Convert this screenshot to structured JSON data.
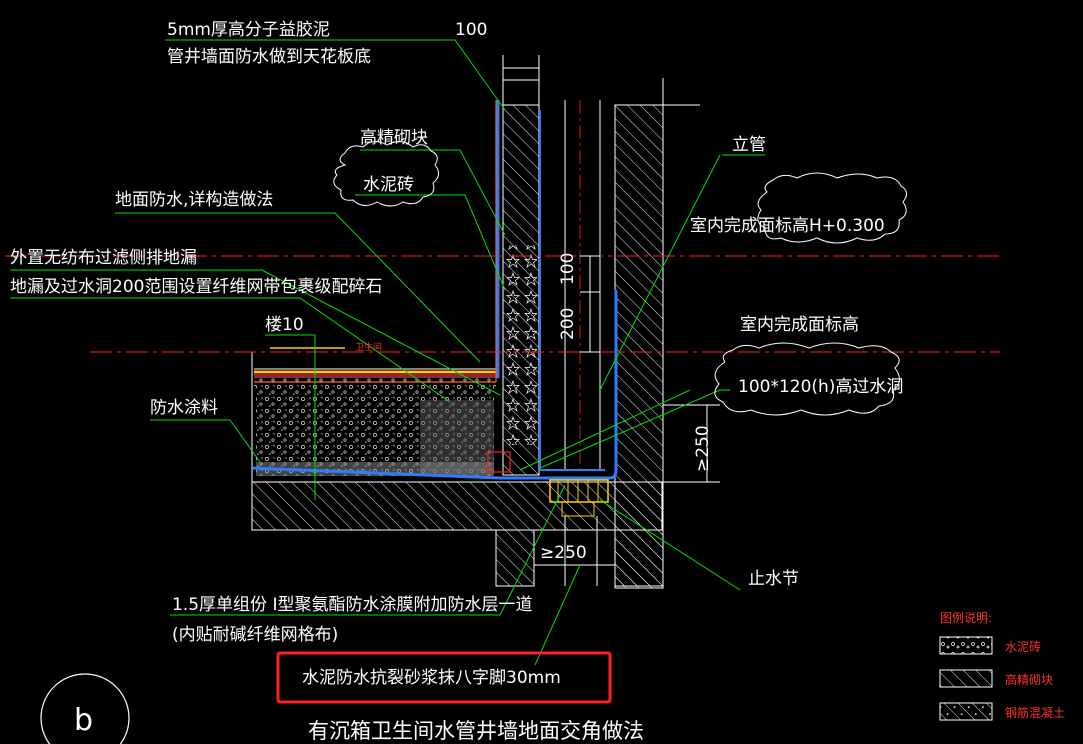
{
  "labels": {
    "putty": "5mm厚高分子益胶泥",
    "shaft_wall": "管井墙面防水做到天花板底",
    "dim_100_top": "100",
    "high_block": "高精砌块",
    "cement_brick": "水泥砖",
    "riser": "立管",
    "floor_wp": "地面防水,详构造做法",
    "finish_level_h": "室内完成面标高H+0.300",
    "drain_side": "外置无纺布过滤侧排地漏",
    "drain_hole": "地漏及过水洞200范围设置纤维网带包裹级配碎石",
    "dim_100_mid": "100",
    "dim_200": "200",
    "finish_level": "室内完成面标高",
    "floor10": "楼10",
    "bathroom": "卫生间",
    "hole": "100*120(h)高过水洞",
    "wp_coating": "防水涂料",
    "dim_250_right": "≥250",
    "dim_250_bottom": "≥250",
    "water_stop": "止水节",
    "membrane": "1.5厚单组份 I型聚氨酯防水涂膜附加防水层一道",
    "mesh": "(内贴耐碱纤维网格布)",
    "mortar": "水泥防水抗裂砂浆抹八字脚30mm",
    "circle": "b",
    "title": "有沉箱卫生间水管井墙地面交角做法"
  },
  "legend": {
    "heading": "图例说明:",
    "items": [
      "水泥砖",
      "高精砌块",
      "钢筋混凝土"
    ]
  },
  "colors": {
    "background": "#000000",
    "leader": "#00e000",
    "level_line": "#ff2020",
    "waterproof": "#2f7dff",
    "hatch": "#ffffff",
    "highlight_box": "#ff2020",
    "legend_text": "#ff3030"
  }
}
